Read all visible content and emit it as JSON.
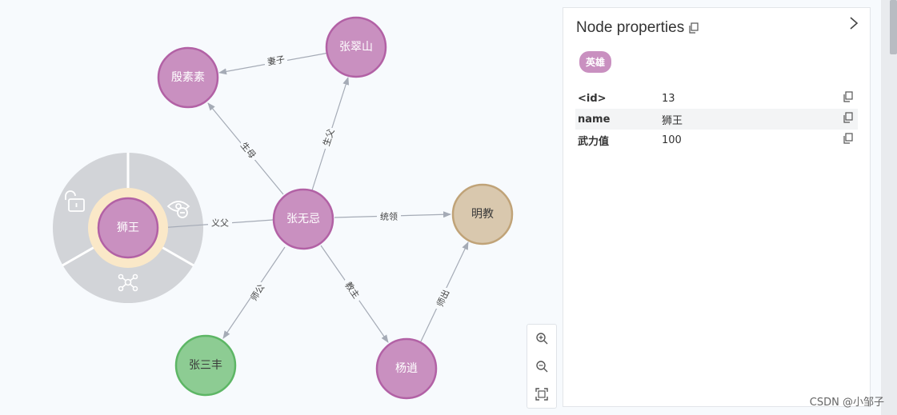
{
  "graph": {
    "nodes": {
      "zhangwuji": "张无忌",
      "zhangcuishan": "张翠山",
      "yinsusu": "殷素素",
      "shiwang": "狮王",
      "mingjiao": "明教",
      "zhangsanfeng": "张三丰",
      "yangxiao": "杨逍"
    },
    "edges": {
      "wife": "妻子",
      "father": "生父",
      "mother": "生母",
      "godfather": "义父",
      "leader": "统领",
      "master": "师公",
      "teacher": "教主",
      "origin": "师出"
    }
  },
  "panel": {
    "title": "Node properties",
    "badge": "英雄",
    "properties": [
      {
        "key": "<id>",
        "value": "13"
      },
      {
        "key": "name",
        "value": "狮王"
      },
      {
        "key": "武力值",
        "value": "100"
      }
    ]
  },
  "watermark": "CSDN @小邹子",
  "colors": {
    "hero_fill": "#c990c0",
    "hero_stroke": "#b261a5",
    "org_fill": "#d9c8ae",
    "org_stroke": "#c0a378",
    "person_green_fill": "#8dcc93",
    "person_green_stroke": "#5db665",
    "ring": "#d2d4d8",
    "select_halo": "#fae8c8"
  }
}
